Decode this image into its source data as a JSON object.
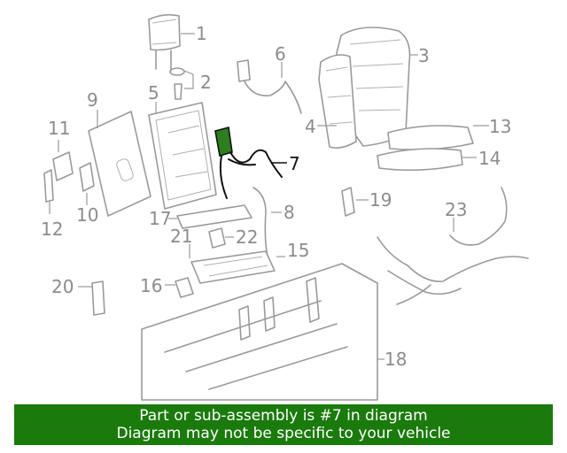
{
  "diagram": {
    "highlight_color": "#2e7d1f",
    "callouts": {
      "c1": "1",
      "c2": "2",
      "c3": "3",
      "c4": "4",
      "c5": "5",
      "c6": "6",
      "c7": "7",
      "c8": "8",
      "c9": "9",
      "c10": "10",
      "c11": "11",
      "c12": "12",
      "c13": "13",
      "c14": "14",
      "c15": "15",
      "c16": "16",
      "c17": "17",
      "c18": "18",
      "c19": "19",
      "c20": "20",
      "c21": "21",
      "c22": "22",
      "c23": "23"
    }
  },
  "banner": {
    "line1": "Part or sub-assembly is #7 in diagram",
    "line2": "Diagram may not be specific to your vehicle",
    "color": "#1b7a0c"
  }
}
